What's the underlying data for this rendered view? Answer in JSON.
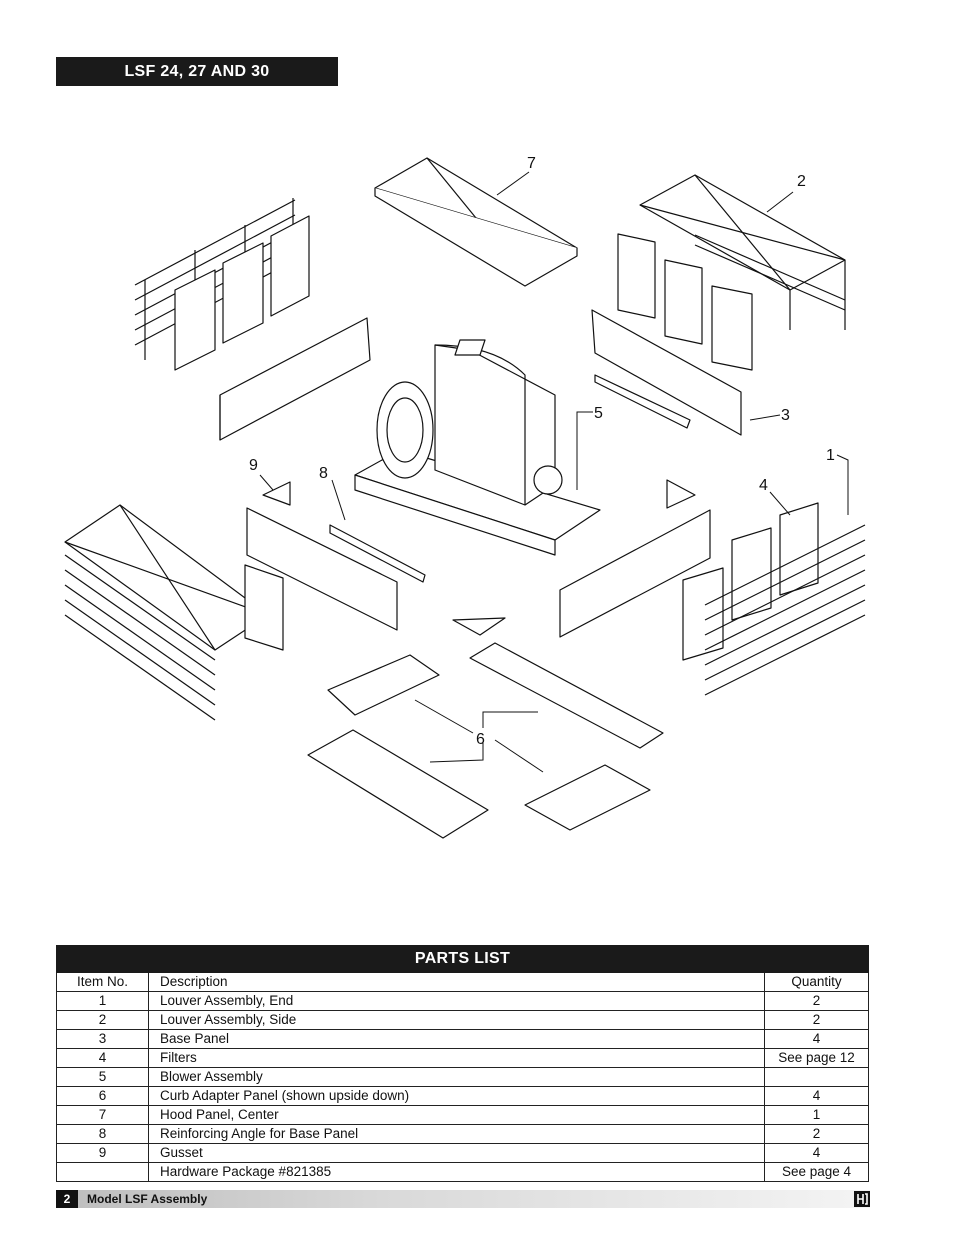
{
  "header": {
    "title": "LSF 24, 27 AND 30"
  },
  "diagram": {
    "callouts": [
      "7",
      "2",
      "5",
      "3",
      "9",
      "8",
      "1",
      "4",
      "6"
    ]
  },
  "parts_list": {
    "title": "PARTS LIST",
    "columns": [
      "Item No.",
      "Description",
      "Quantity"
    ],
    "rows": [
      {
        "item": "1",
        "description": "Louver Assembly, End",
        "quantity": "2"
      },
      {
        "item": "2",
        "description": "Louver Assembly, Side",
        "quantity": "2"
      },
      {
        "item": "3",
        "description": "Base Panel",
        "quantity": "4"
      },
      {
        "item": "4",
        "description": "Filters",
        "quantity": "See page 12"
      },
      {
        "item": "5",
        "description": "Blower Assembly",
        "quantity": ""
      },
      {
        "item": "6",
        "description": "Curb Adapter Panel (shown upside down)",
        "quantity": "4"
      },
      {
        "item": "7",
        "description": "Hood Panel, Center",
        "quantity": "1"
      },
      {
        "item": "8",
        "description": "Reinforcing Angle for Base Panel",
        "quantity": "2"
      },
      {
        "item": "9",
        "description": "Gusset",
        "quantity": "4"
      },
      {
        "item": "",
        "description": "Hardware Package #821385",
        "quantity": "See page 4"
      }
    ]
  },
  "footer": {
    "page_number": "2",
    "text": "Model LSF Assembly",
    "logo": "greenheck-logo"
  }
}
